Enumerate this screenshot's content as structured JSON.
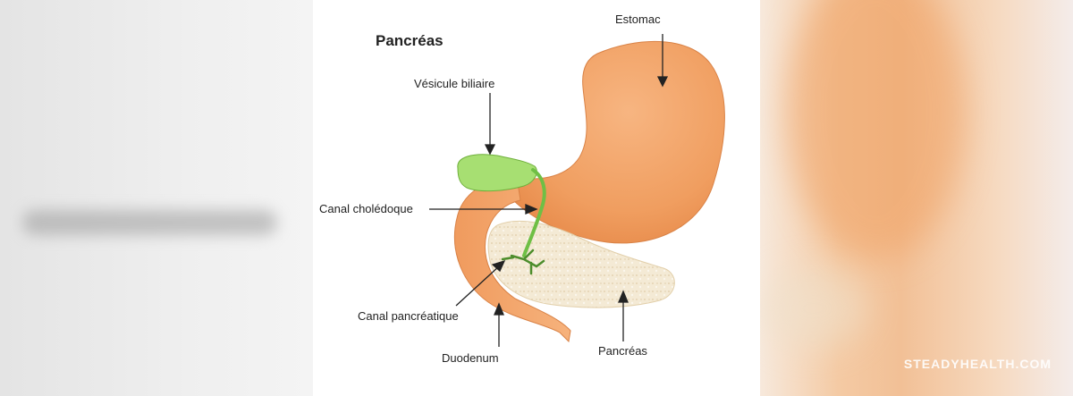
{
  "diagram": {
    "title": "Pancréas",
    "labels": {
      "stomach": "Estomac",
      "gallbladder": "Vésicule biliaire",
      "bile_duct": "Canal cholédoque",
      "pancreatic_duct": "Canal pancréatique",
      "duodenum": "Duodenum",
      "pancreas": "Pancréas"
    },
    "colors": {
      "stomach": "#f2a26a",
      "gallbladder": "#a7df72",
      "pancreas": "#f6ecd6",
      "background": "#ffffff"
    }
  },
  "watermark": "STEADYHEALTH.COM"
}
